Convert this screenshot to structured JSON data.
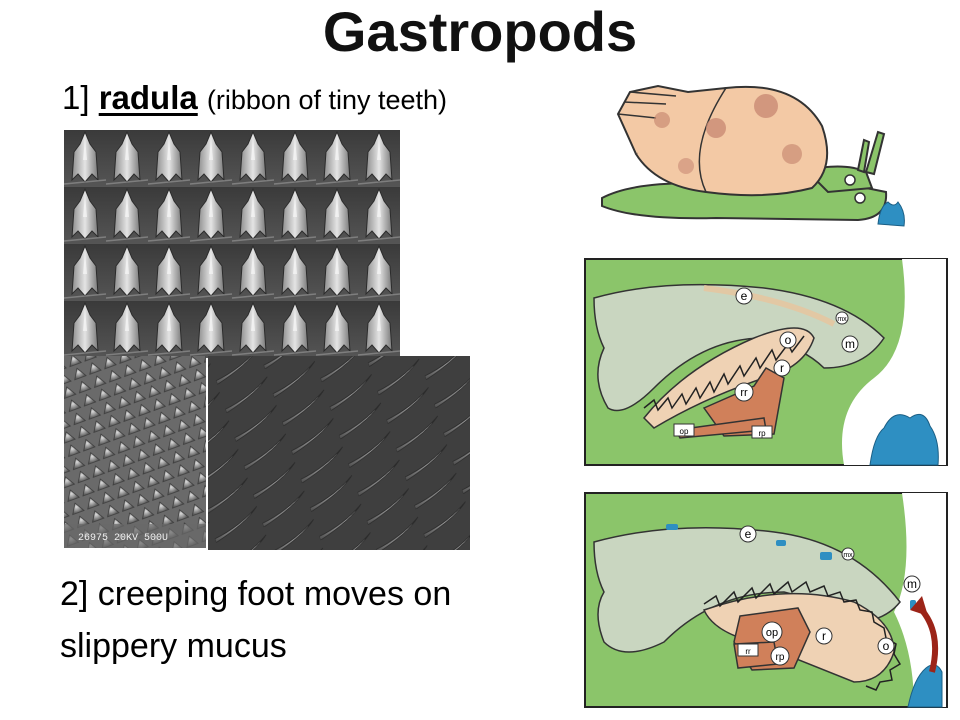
{
  "slide": {
    "title": "Gastropods",
    "point1": {
      "number": "1]",
      "keyword": "radula",
      "description": "(ribbon of tiny teeth)"
    },
    "point2": {
      "line1": "2] creeping foot moves on",
      "line2": "slippery mucus"
    }
  },
  "photos": {
    "sem_caption": "26975 20KV 500U"
  },
  "diagram": {
    "labels": {
      "e": "e",
      "o": "o",
      "m": "m",
      "r": "r",
      "rr": "rr",
      "mx": "mx",
      "op": "op",
      "rp": "rp"
    }
  },
  "colors": {
    "foot_green": "#8bc56a",
    "shell": "#f3c9a5",
    "odontophore": "#efd2b4",
    "muscle": "#d0805a",
    "tissue": "#c9d6c0",
    "food_blue": "#2e8fc2"
  }
}
